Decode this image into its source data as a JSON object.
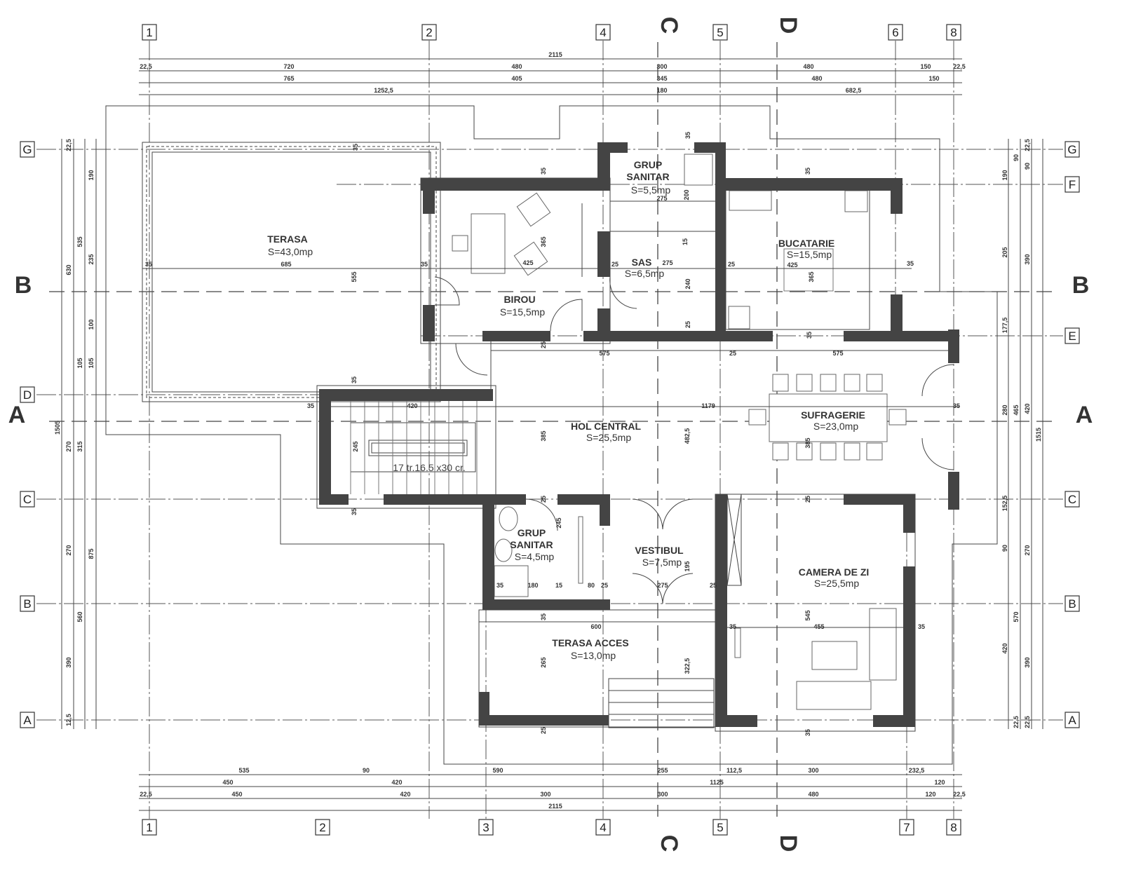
{
  "axes": {
    "vertical_top": [
      "1",
      "2",
      "4",
      "5",
      "6",
      "8"
    ],
    "vertical_bottom": [
      "1",
      "2",
      "3",
      "4",
      "5",
      "7",
      "8"
    ],
    "horizontal_left": [
      "G",
      "D",
      "C",
      "B",
      "A"
    ],
    "horizontal_right": [
      "G",
      "F",
      "E",
      "C",
      "B",
      "A"
    ]
  },
  "sections": {
    "top": [
      "C",
      "D"
    ],
    "bottom": [
      "C",
      "D"
    ],
    "left": [
      "B",
      "A"
    ],
    "right": [
      "B",
      "A"
    ]
  },
  "rooms": [
    {
      "name": "TERASA",
      "area": "S=43,0mp"
    },
    {
      "name": "BIROU",
      "area": "S=15,5mp"
    },
    {
      "name": "GRUP SANITAR",
      "area": "S=5,5mp"
    },
    {
      "name": "SAS",
      "area": "S=6,5mp"
    },
    {
      "name": "BUCATARIE",
      "area": "S=15,5mp"
    },
    {
      "name": "HOL CENTRAL",
      "area": "S=25,5mp"
    },
    {
      "name": "SUFRAGERIE",
      "area": "S=23,0mp"
    },
    {
      "name": "GRUP SANITAR",
      "area": "S=4,5mp"
    },
    {
      "name": "VESTIBUL",
      "area": "S=7,5mp"
    },
    {
      "name": "TERASA ACCES",
      "area": "S=13,0mp"
    },
    {
      "name": "CAMERA DE ZI",
      "area": "S=25,5mp"
    }
  ],
  "stair_note": "17 tr.16.5 x30 cr.",
  "dimensions": {
    "top": [
      "2115",
      "22,5",
      "720",
      "480",
      "300",
      "480",
      "150",
      "22,5",
      "765",
      "405",
      "345",
      "480",
      "150",
      "1252,5",
      "180",
      "682,5"
    ],
    "bottom": [
      "535",
      "90",
      "590",
      "255",
      "112,5",
      "300",
      "232,5",
      "450",
      "420",
      "1125",
      "120",
      "22,5",
      "450",
      "420",
      "300",
      "300",
      "480",
      "120",
      "22,5",
      "2115"
    ],
    "left": [
      "22,5",
      "630",
      "270",
      "270",
      "390",
      "12,5",
      "1505",
      "535",
      "105",
      "315",
      "875",
      "560",
      "190",
      "235",
      "100",
      "105"
    ],
    "right": [
      "190",
      "205",
      "177,5",
      "280",
      "152,5",
      "90",
      "420",
      "22,5",
      "90",
      "90",
      "390",
      "465",
      "420",
      "1515",
      "270",
      "570",
      "390",
      "22,5",
      "22,5"
    ],
    "interior": [
      "35",
      "35",
      "35",
      "35",
      "35",
      "685",
      "35",
      "425",
      "365",
      "25",
      "275",
      "25",
      "425",
      "365",
      "35",
      "200",
      "275",
      "15",
      "240",
      "25",
      "555",
      "25",
      "575",
      "25",
      "575",
      "35",
      "35",
      "420",
      "35",
      "1179",
      "35",
      "385",
      "482,5",
      "245",
      "385",
      "35",
      "25",
      "25",
      "245",
      "35",
      "180",
      "15",
      "80",
      "25",
      "275",
      "25",
      "195",
      "35",
      "600",
      "265",
      "322,5",
      "25",
      "35",
      "455",
      "35",
      "545",
      "35"
    ]
  }
}
